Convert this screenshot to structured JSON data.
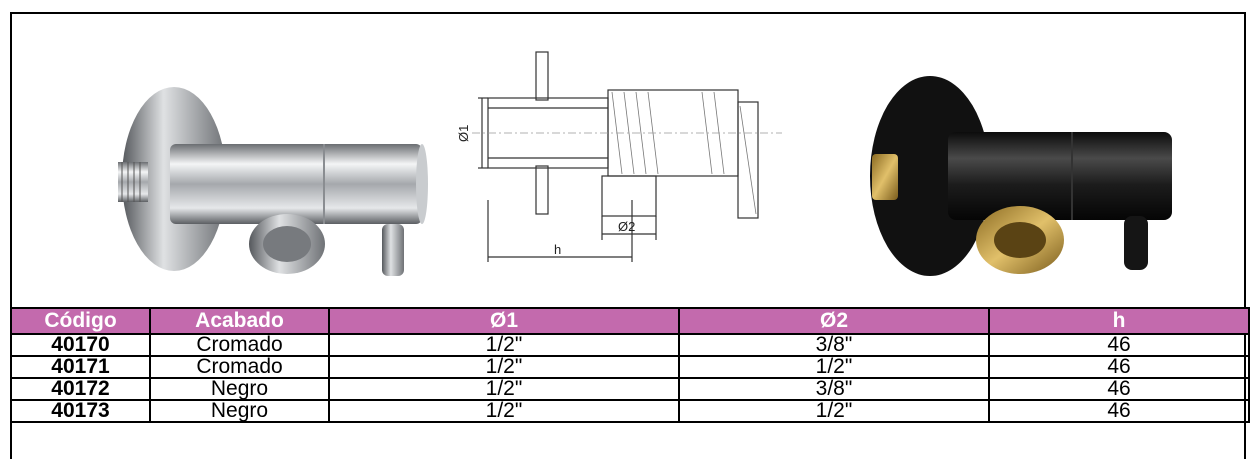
{
  "diagram": {
    "label_d1": "Ø1",
    "label_d2": "Ø2",
    "label_h": "h"
  },
  "table": {
    "headers": [
      "Código",
      "Acabado",
      "Ø1",
      "Ø2",
      "h"
    ],
    "rows": [
      {
        "codigo": "40170",
        "acabado": "Cromado",
        "d1": "1/2\"",
        "d2": "3/8\"",
        "h": "46"
      },
      {
        "codigo": "40171",
        "acabado": "Cromado",
        "d1": "1/2\"",
        "d2": "1/2\"",
        "h": "46"
      },
      {
        "codigo": "40172",
        "acabado": "Negro",
        "d1": "1/2\"",
        "d2": "3/8\"",
        "h": "46"
      },
      {
        "codigo": "40173",
        "acabado": "Negro",
        "d1": "1/2\"",
        "d2": "1/2\"",
        "h": "46"
      }
    ]
  },
  "colors": {
    "header_bg": "#c36aad",
    "header_text": "#ffffff",
    "chrome": "#b9bcc0",
    "black_finish": "#1a1a1a",
    "brass": "#c9a24a"
  }
}
